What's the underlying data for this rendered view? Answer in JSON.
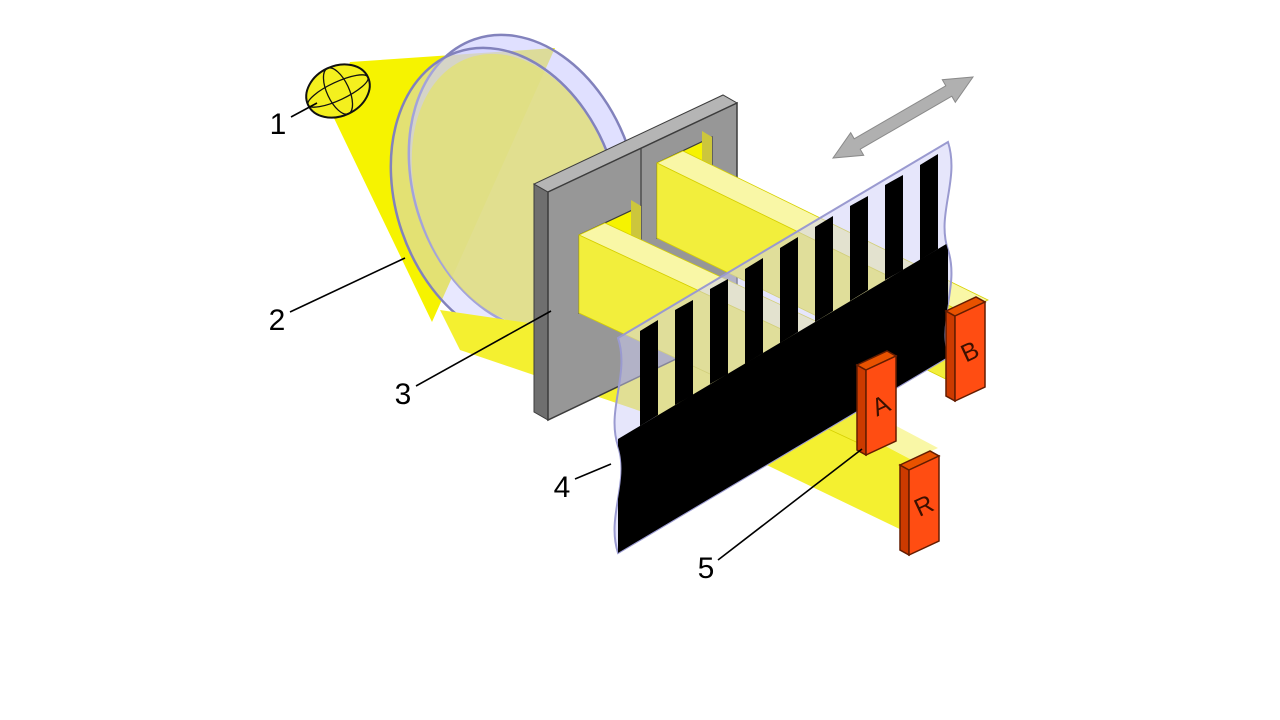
{
  "diagram": {
    "labels": {
      "light_source": "1",
      "lens": "2",
      "mask": "3",
      "scale": "4",
      "detectors": "5"
    },
    "detectors": {
      "a": "A",
      "b": "B",
      "r": "R"
    },
    "colors": {
      "light_yellow": "#f6f300",
      "beam_top": "#f9f7a6",
      "lens_lavender": "#ccccff",
      "mask_gray": "#979797",
      "scale_black": "#000000",
      "scale_substrate": "#cdcdf8",
      "detector_orange": "#ff4d12",
      "arrow_gray": "#b0b0b0"
    }
  }
}
